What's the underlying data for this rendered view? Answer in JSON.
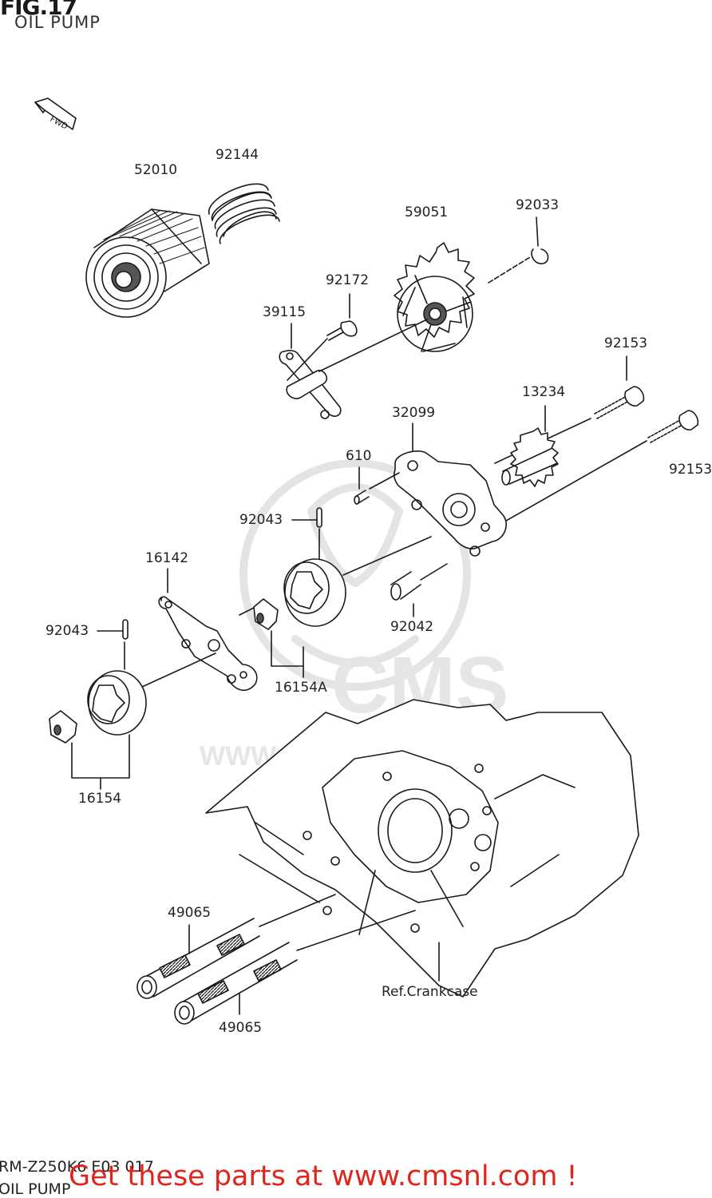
{
  "header": {
    "figure": "FIG.17",
    "subtitle": "OIL PUMP"
  },
  "direction_tag": "FWD",
  "watermark": {
    "brand": "CMS",
    "url": "WWW.CMSNL.COM"
  },
  "parts": [
    {
      "id": "52010"
    },
    {
      "id": "92144"
    },
    {
      "id": "59051"
    },
    {
      "id": "92033"
    },
    {
      "id": "92172"
    },
    {
      "id": "39115"
    },
    {
      "id": "92153"
    },
    {
      "id": "13234"
    },
    {
      "id": "32099"
    },
    {
      "id": "610"
    },
    {
      "id": "92153"
    },
    {
      "id": "92043"
    },
    {
      "id": "16142"
    },
    {
      "id": "92042"
    },
    {
      "id": "92043"
    },
    {
      "id": "16154A"
    },
    {
      "id": "16154"
    },
    {
      "id": "49065"
    },
    {
      "id": "49065"
    }
  ],
  "reference_label": "Ref.Crankcase",
  "footer": {
    "code": "RM-Z250K6 E03 017",
    "subtitle": "OIL PUMP",
    "promo": "Get these parts at www.cmsnl.com !"
  }
}
